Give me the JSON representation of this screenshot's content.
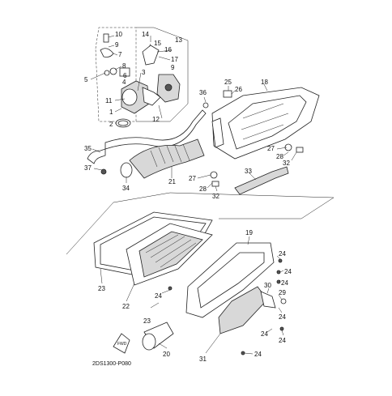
{
  "diagram": {
    "reference_code": "2DS1300-P080",
    "front_marker": "FWD",
    "callouts": [
      {
        "id": "c10",
        "label": "10"
      },
      {
        "id": "c9",
        "label": "9"
      },
      {
        "id": "c7",
        "label": "7"
      },
      {
        "id": "c8",
        "label": "8"
      },
      {
        "id": "c6",
        "label": "6"
      },
      {
        "id": "c3",
        "label": "3"
      },
      {
        "id": "c5",
        "label": "5"
      },
      {
        "id": "c4",
        "label": "4"
      },
      {
        "id": "c11",
        "label": "11"
      },
      {
        "id": "c1",
        "label": "1"
      },
      {
        "id": "c2",
        "label": "2"
      },
      {
        "id": "c14",
        "label": "14"
      },
      {
        "id": "c15",
        "label": "15"
      },
      {
        "id": "c13",
        "label": "13"
      },
      {
        "id": "c16",
        "label": "16"
      },
      {
        "id": "c17",
        "label": "17"
      },
      {
        "id": "c9b",
        "label": "9"
      },
      {
        "id": "c12",
        "label": "12"
      },
      {
        "id": "c36",
        "label": "36"
      },
      {
        "id": "c25",
        "label": "25"
      },
      {
        "id": "c26",
        "label": "26"
      },
      {
        "id": "c18",
        "label": "18"
      },
      {
        "id": "c35",
        "label": "35"
      },
      {
        "id": "c37",
        "label": "37"
      },
      {
        "id": "c34",
        "label": "34"
      },
      {
        "id": "c21",
        "label": "21"
      },
      {
        "id": "c27a",
        "label": "27"
      },
      {
        "id": "c28a",
        "label": "28"
      },
      {
        "id": "c32a",
        "label": "32"
      },
      {
        "id": "c27b",
        "label": "27"
      },
      {
        "id": "c28b",
        "label": "28"
      },
      {
        "id": "c32b",
        "label": "32"
      },
      {
        "id": "c33",
        "label": "33"
      },
      {
        "id": "c19",
        "label": "19"
      },
      {
        "id": "c23a",
        "label": "23"
      },
      {
        "id": "c22",
        "label": "22"
      },
      {
        "id": "c24a",
        "label": "24"
      },
      {
        "id": "c24b",
        "label": "24"
      },
      {
        "id": "c24c",
        "label": "24"
      },
      {
        "id": "c30",
        "label": "30"
      },
      {
        "id": "c29",
        "label": "29"
      },
      {
        "id": "c24d",
        "label": "24"
      },
      {
        "id": "c23b",
        "label": "23"
      },
      {
        "id": "c24e",
        "label": "24"
      },
      {
        "id": "c24f",
        "label": "24"
      },
      {
        "id": "c24g",
        "label": "24"
      },
      {
        "id": "c20",
        "label": "20"
      },
      {
        "id": "c31",
        "label": "31"
      },
      {
        "id": "c24h",
        "label": "24"
      }
    ]
  }
}
